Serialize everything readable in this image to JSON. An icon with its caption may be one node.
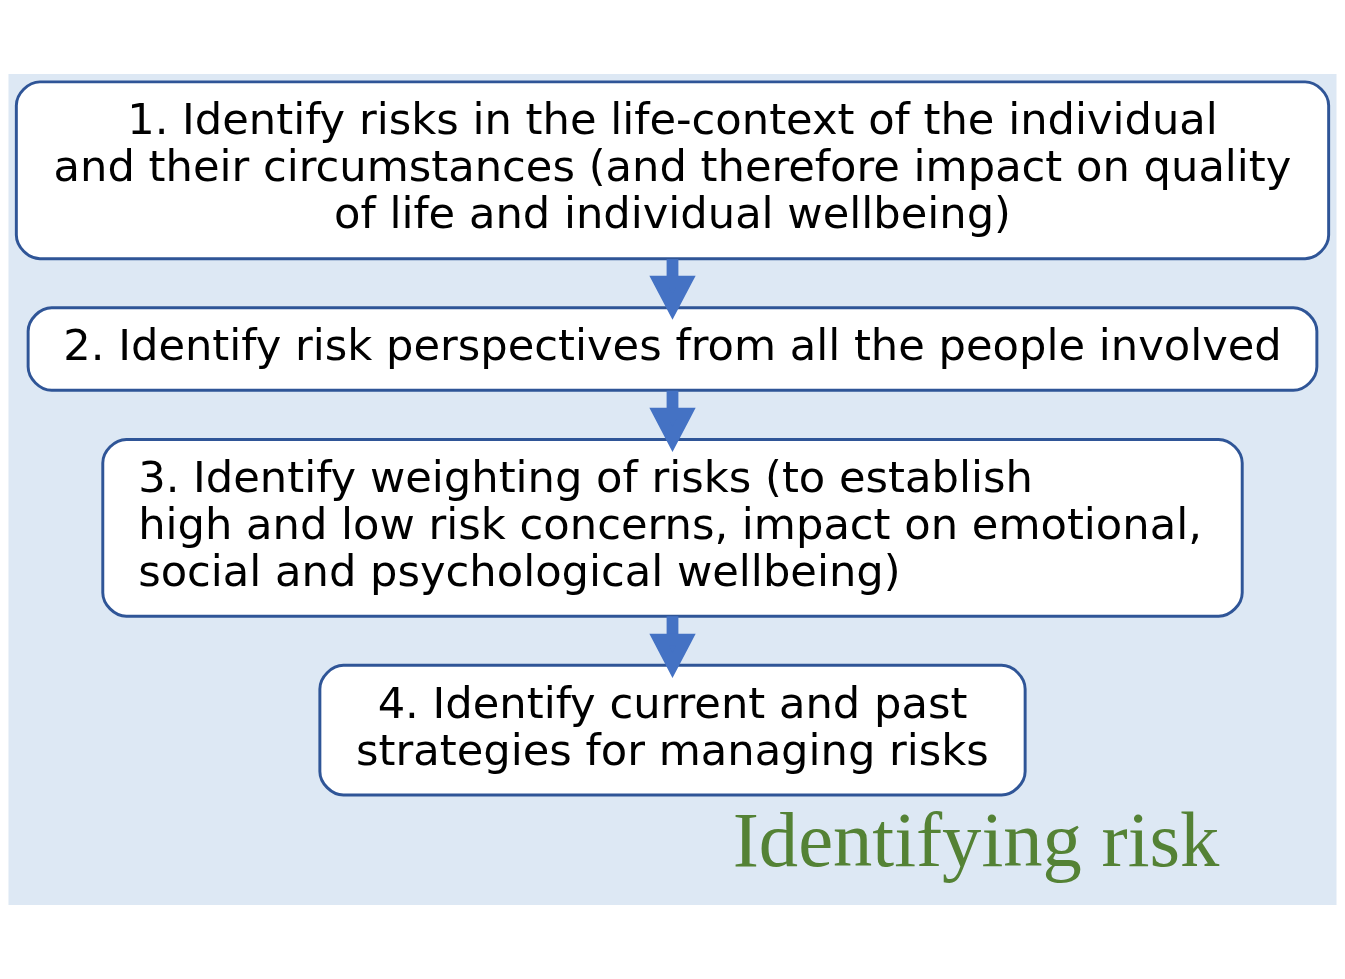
{
  "diagram": {
    "title": "Identifying risk",
    "nodes": [
      {
        "text": [
          "1. Identify risks in the life-context of the individual and their circumstances (and therefore impact on quality of life and individual wellbeing)"
        ]
      },
      {
        "text": [
          "2. Identify risk perspectives from all the people involved"
        ]
      },
      {
        "text": [
          "3. Identify weighting of risks (to establish high and low risk concerns, impact on emotional, social and psychological wellbeing)"
        ]
      },
      {
        "text": [
          "4. Identify current and past strategies for managing risks"
        ]
      }
    ],
    "edges": [
      {
        "from": 0,
        "to": 1,
        "arrow": "to"
      },
      {
        "from": 1,
        "to": 2,
        "arrow": "to"
      },
      {
        "from": 2,
        "to": 3,
        "arrow": "to"
      }
    ]
  }
}
